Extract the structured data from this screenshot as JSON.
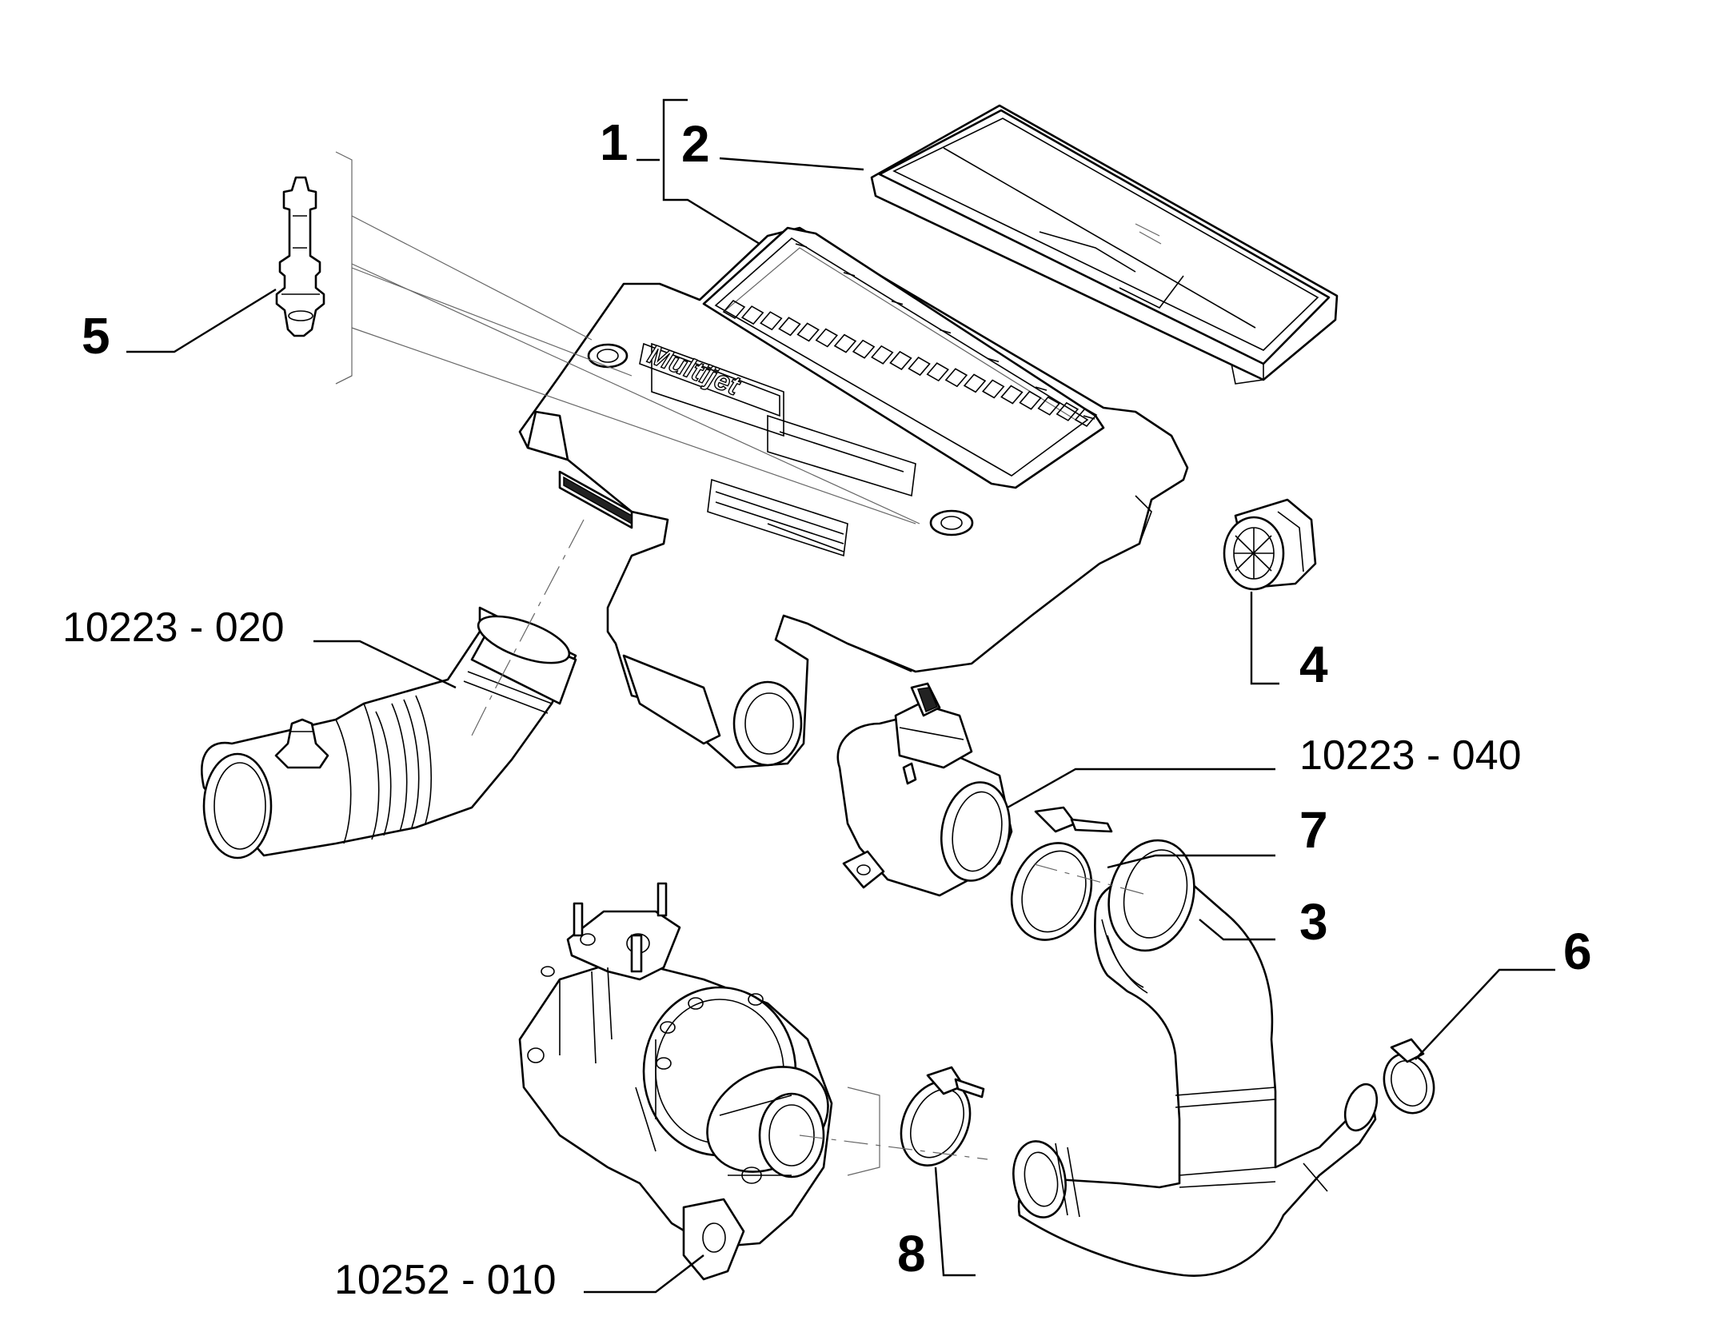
{
  "diagram": {
    "callouts": [
      {
        "id": "1",
        "text": "1"
      },
      {
        "id": "2",
        "text": "2"
      },
      {
        "id": "3",
        "text": "3"
      },
      {
        "id": "4",
        "text": "4"
      },
      {
        "id": "5",
        "text": "5"
      },
      {
        "id": "6",
        "text": "6"
      },
      {
        "id": "7",
        "text": "7"
      },
      {
        "id": "8",
        "text": "8"
      }
    ],
    "references": [
      {
        "id": "ref-10223-020",
        "text": "10223 - 020"
      },
      {
        "id": "ref-10223-040",
        "text": "10223 - 040"
      },
      {
        "id": "ref-10252-010",
        "text": "10252 - 010"
      }
    ],
    "logo_text": "Multijet"
  }
}
